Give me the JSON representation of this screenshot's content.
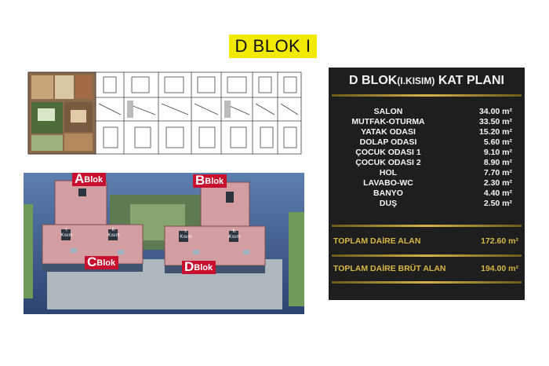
{
  "title": "D BLOK I",
  "panel": {
    "title_main": "D BLOK",
    "title_sub": "(I.KISIM)",
    "title_tail": "KAT PLANI",
    "rooms": [
      {
        "name": "SALON",
        "value": "34.00 m²"
      },
      {
        "name": "MUTFAK-OTURMA",
        "value": "33.50 m²"
      },
      {
        "name": "YATAK ODASI",
        "value": "15.20 m²"
      },
      {
        "name": "DOLAP ODASI",
        "value": "5.60 m²"
      },
      {
        "name": "ÇOCUK ODASI 1",
        "value": "9.10 m²"
      },
      {
        "name": "ÇOCUK ODASI 2",
        "value": "8.90 m²"
      },
      {
        "name": "HOL",
        "value": "7.70 m²"
      },
      {
        "name": "LAVABO-WC",
        "value": "2.30 m²"
      },
      {
        "name": "BANYO",
        "value": "4.40 m²"
      },
      {
        "name": "DUŞ",
        "value": "2.50 m²"
      }
    ],
    "total_net_label": "TOPLAM DAİRE ALAN",
    "total_net_value": "172.60 m²",
    "total_gross_label": "TOPLAM DAİRE BRÜT ALAN",
    "total_gross_value": "194.00 m²"
  },
  "aerial": {
    "blocks": [
      {
        "letter": "A",
        "suffix": "Blok"
      },
      {
        "letter": "B",
        "suffix": "Blok"
      },
      {
        "letter": "C",
        "suffix": "Blok"
      },
      {
        "letter": "D",
        "suffix": "Blok"
      }
    ],
    "kisim": [
      {
        "num": "I.",
        "word": "Kısım"
      },
      {
        "num": "II.",
        "word": "Kısım"
      },
      {
        "num": "I.",
        "word": "Kısım"
      },
      {
        "num": "II.",
        "word": "Kısım"
      }
    ]
  },
  "colors": {
    "badge": "#f2ea00",
    "panel_bg": "#1e1e1e",
    "gold": "#d8b843",
    "block_label_red": "#c8102e",
    "roof_pink": "#c98a8f",
    "ground_blue": "#3d5b87"
  }
}
